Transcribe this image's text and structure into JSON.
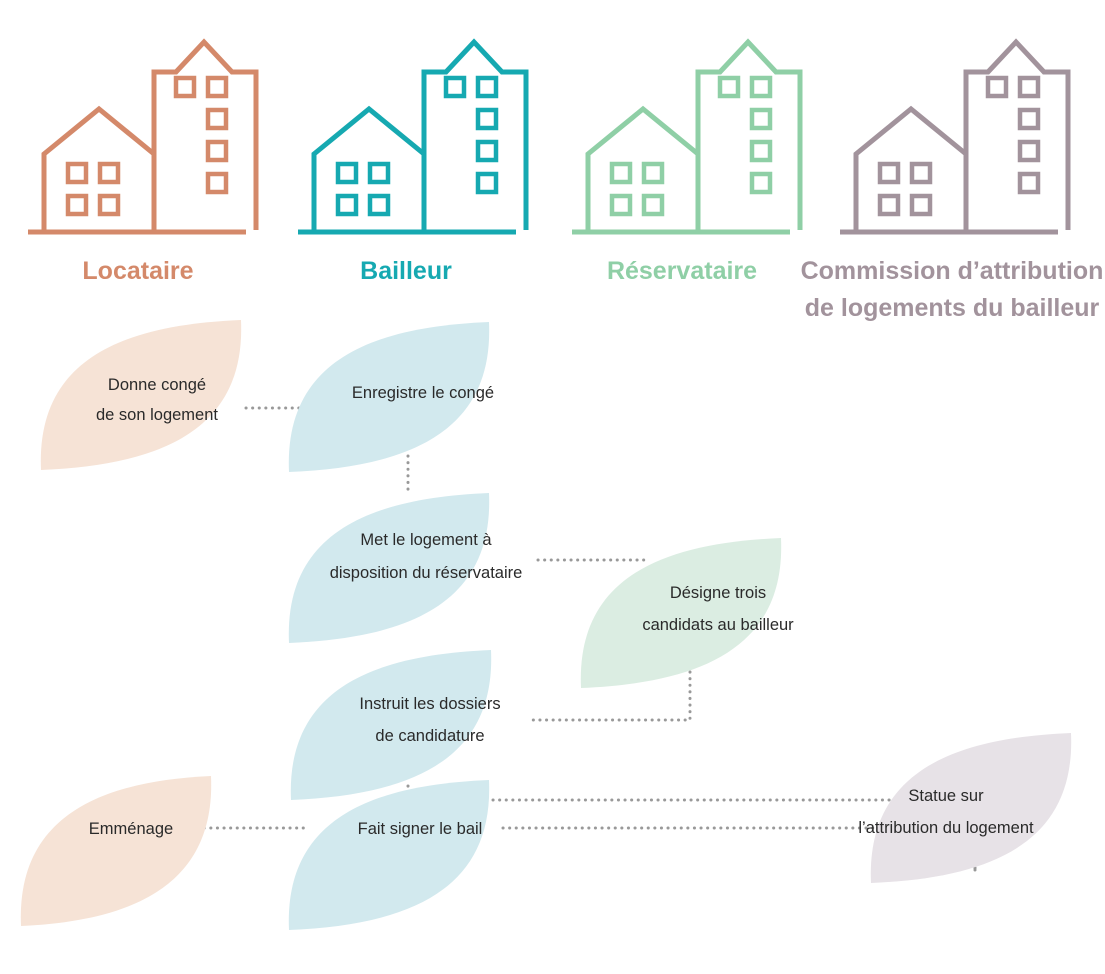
{
  "colors": {
    "locataire": "#d4896a",
    "bailleur": "#16a9b1",
    "reservataire": "#8fcfa6",
    "commission": "#a2939c",
    "leaf_locataire": "#f6e3d6",
    "leaf_bailleur": "#d2e9ee",
    "leaf_reservataire": "#dbede2",
    "leaf_commission": "#e7e2e7",
    "connector": "#999999",
    "text": "#2a2a2a"
  },
  "actors": [
    {
      "id": "locataire",
      "icon": "building-icon",
      "label_lines": [
        "Locataire"
      ]
    },
    {
      "id": "bailleur",
      "icon": "building-icon",
      "label_lines": [
        "Bailleur"
      ]
    },
    {
      "id": "reservataire",
      "icon": "building-icon",
      "label_lines": [
        "Réservataire"
      ]
    },
    {
      "id": "commission",
      "icon": "building-icon",
      "label_lines": [
        "Commission d’attribution",
        "de logements du bailleur"
      ]
    }
  ],
  "steps": [
    {
      "id": "donne-conge",
      "actor": "locataire",
      "lines": [
        "Donne congé",
        "de son logement"
      ]
    },
    {
      "id": "enregistre-conge",
      "actor": "bailleur",
      "lines": [
        "Enregistre le congé"
      ]
    },
    {
      "id": "met-a-disposition",
      "actor": "bailleur",
      "lines": [
        "Met le logement à",
        "disposition du réservataire"
      ]
    },
    {
      "id": "designe-candidats",
      "actor": "reservataire",
      "lines": [
        "Désigne trois",
        "candidats au bailleur"
      ]
    },
    {
      "id": "instruit-dossiers",
      "actor": "bailleur",
      "lines": [
        "Instruit les dossiers",
        "de candidature"
      ]
    },
    {
      "id": "statue-attribution",
      "actor": "commission",
      "lines": [
        "Statue sur",
        "l’attribution du logement"
      ]
    },
    {
      "id": "emmenage",
      "actor": "locataire",
      "lines": [
        "Emménage"
      ]
    },
    {
      "id": "fait-signer-bail",
      "actor": "bailleur",
      "lines": [
        "Fait signer le bail"
      ]
    }
  ],
  "connections": [
    {
      "from": "donne-conge",
      "to": "enregistre-conge"
    },
    {
      "from": "enregistre-conge",
      "to": "met-a-disposition"
    },
    {
      "from": "met-a-disposition",
      "to": "designe-candidats"
    },
    {
      "from": "designe-candidats",
      "to": "instruit-dossiers"
    },
    {
      "from": "instruit-dossiers",
      "to": "statue-attribution"
    },
    {
      "from": "statue-attribution",
      "to": "fait-signer-bail"
    },
    {
      "from": "fait-signer-bail",
      "to": "emmenage"
    }
  ]
}
